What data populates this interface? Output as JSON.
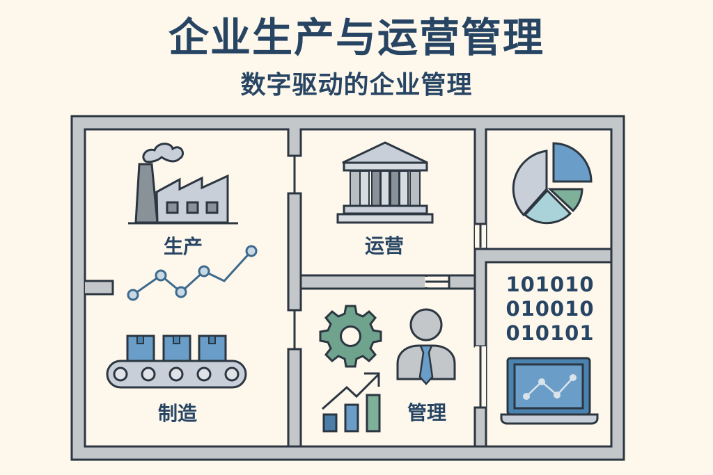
{
  "header": {
    "title": "企业生产与运营管理",
    "subtitle": "数字驱动的企业管理"
  },
  "rooms": {
    "production": {
      "label": "生产",
      "icons": [
        "factory-icon",
        "line-chart-icon"
      ]
    },
    "manufacturing": {
      "label": "制造",
      "icons": [
        "conveyor-belt-icon"
      ]
    },
    "operations": {
      "label": "运营",
      "icons": [
        "bank-building-icon"
      ]
    },
    "analytics": {
      "label": "",
      "icons": [
        "pie-chart-icon"
      ]
    },
    "management": {
      "label": "管理",
      "icons": [
        "gear-icon",
        "businessman-icon",
        "bar-chart-growth-icon"
      ]
    },
    "digital": {
      "binary": [
        "101010",
        "010010",
        "010101"
      ],
      "icons": [
        "laptop-chart-icon"
      ]
    }
  },
  "colors": {
    "background": "#fdf7ec",
    "wall": "#c3c7ca",
    "outline": "#2b3640",
    "text": "#274563",
    "blue": "#6a9ec8",
    "green": "#7fb09a",
    "teal_light": "#a9d3d8",
    "gray_light": "#c8cfd9",
    "gear_green": "#6fa38d"
  }
}
